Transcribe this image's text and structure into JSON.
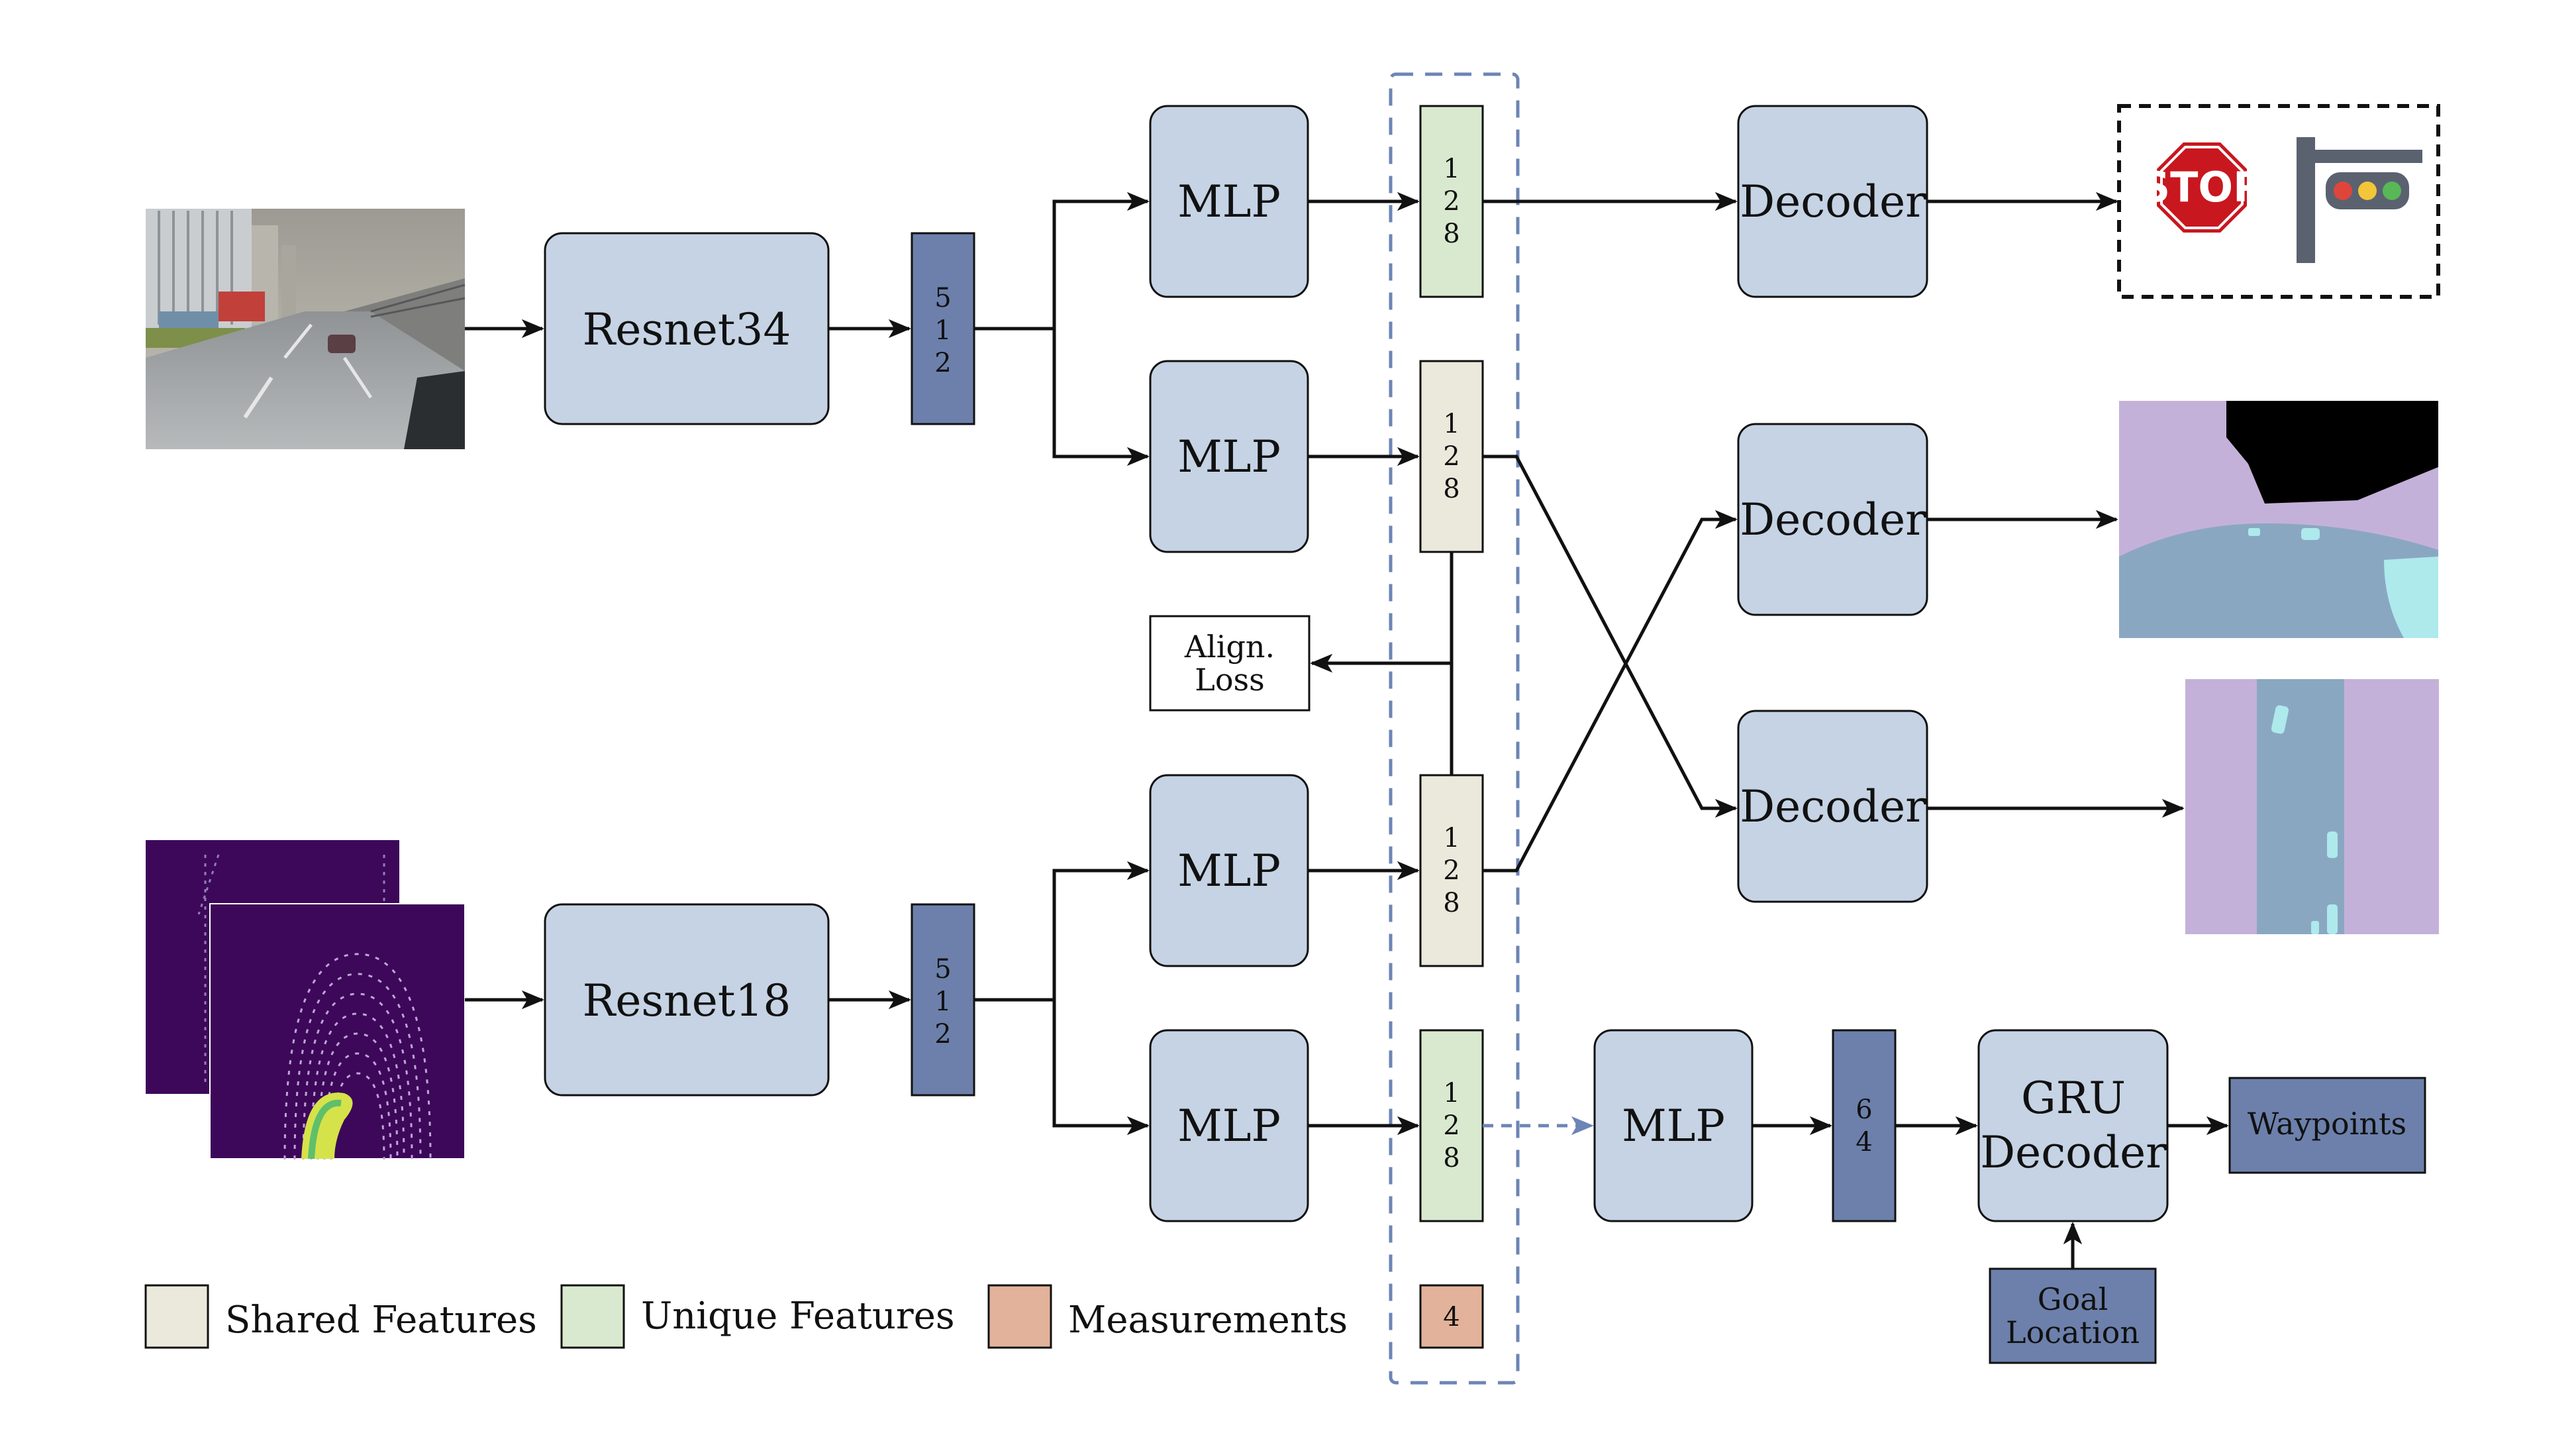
{
  "colors": {
    "block": "#c5d3e4",
    "vector_dark": "#6c80ab",
    "shared": "#ebe8dc",
    "unique": "#d9e9cf",
    "measurements": "#e2b39a",
    "dashed": "#6c85b5",
    "seg_purple": "#c4b1d9",
    "seg_road": "#8aa7c2",
    "seg_cyan": "#aee9ec",
    "lidar_bg": "#3d0859",
    "lidar_points": "#d6e24a",
    "stop_red": "#c8171f",
    "signal_pole": "#5a6270"
  },
  "encoders": {
    "rgb_backbone": "Resnet34",
    "lidar_backbone": "Resnet18"
  },
  "vectors": {
    "rgb_feat": [
      "5",
      "1",
      "2"
    ],
    "lidar_feat": [
      "5",
      "1",
      "2"
    ],
    "f1": [
      "1",
      "2",
      "8"
    ],
    "f2": [
      "1",
      "2",
      "8"
    ],
    "f3": [
      "1",
      "2",
      "8"
    ],
    "f4": [
      "1",
      "2",
      "8"
    ],
    "measurements": "4",
    "wp_feat": [
      "6",
      "4"
    ]
  },
  "mlp_label": "MLP",
  "decoder_label": "Decoder",
  "align_loss": [
    "Align.",
    "Loss"
  ],
  "gru_decoder": [
    "GRU",
    "Decoder"
  ],
  "goal_location": [
    "Goal",
    "Location"
  ],
  "waypoints": "Waypoints",
  "stop_sign_text": "STOP",
  "legend": {
    "shared": "Shared Features",
    "unique": "Unique Features",
    "measurements": "Measurements"
  }
}
